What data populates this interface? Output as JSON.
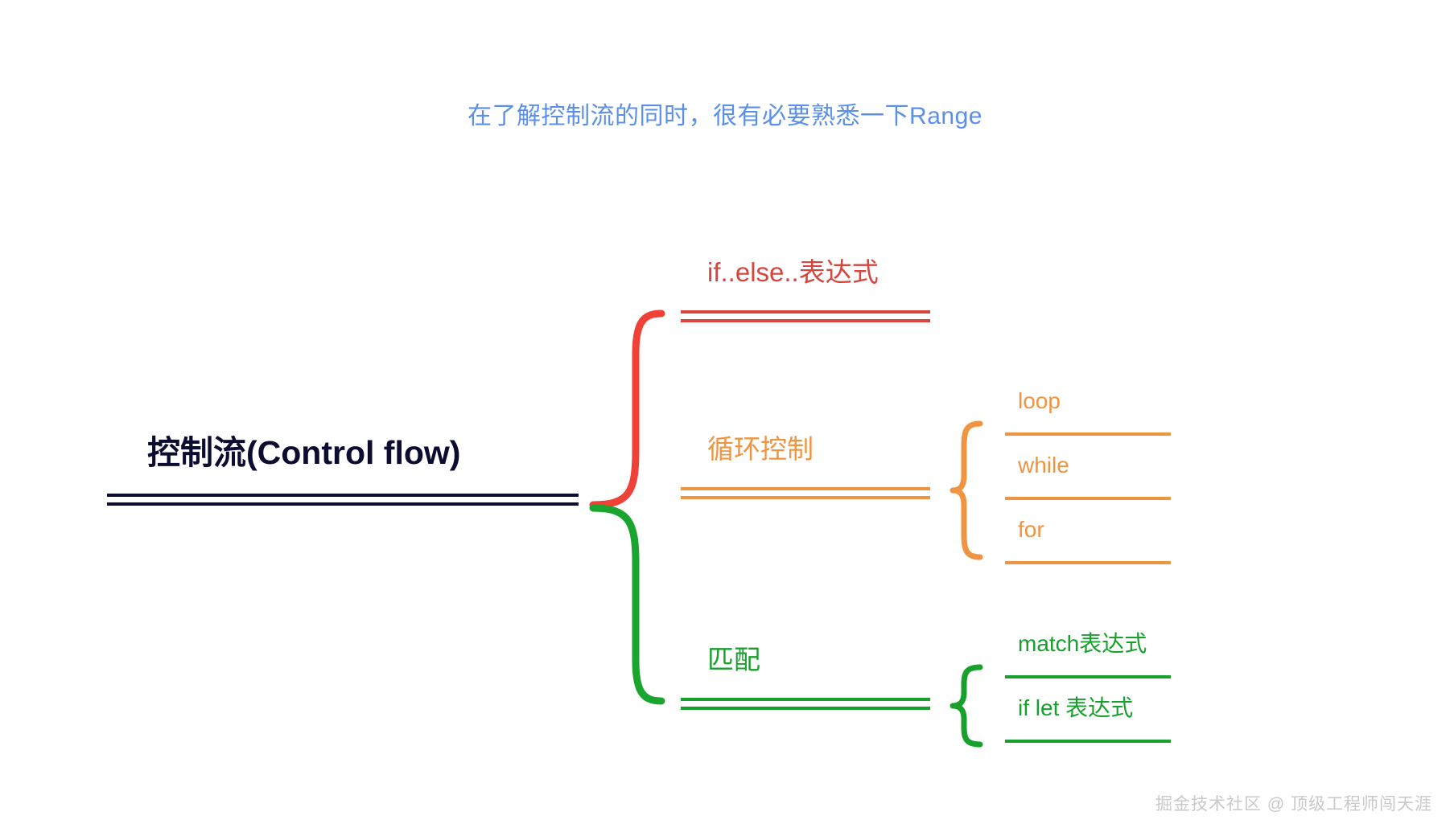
{
  "page": {
    "heading": "在了解控制流的同时，很有必要熟悉一下Range",
    "heading_color": "#5b8fe8",
    "background": "#ffffff",
    "watermark": "掘金技术社区 @ 顶级工程师闯天涯",
    "watermark_color": "#c9c9c9"
  },
  "mindmap": {
    "root": {
      "label": "控制流(Control flow)",
      "color": "#0c0c30",
      "underline_style": "double"
    },
    "branches": [
      {
        "id": "ifelse",
        "label": "if..else..表达式",
        "color": "#d6453e",
        "connector_color": "#ef4136",
        "underline_style": "double",
        "children": []
      },
      {
        "id": "loop",
        "label": "循环控制",
        "color": "#ef9441",
        "connector_color": "#ef9441",
        "underline_style": "double",
        "brace_color": "#ef9441",
        "children": [
          {
            "id": "loop-loop",
            "label": "loop",
            "color": "#ef9441",
            "underline_style": "single"
          },
          {
            "id": "loop-while",
            "label": "while",
            "color": "#ef9441",
            "underline_style": "single"
          },
          {
            "id": "loop-for",
            "label": "for",
            "color": "#ef9441",
            "underline_style": "single"
          }
        ]
      },
      {
        "id": "match",
        "label": "匹配",
        "color": "#18a02d",
        "connector_color": "#19a52e",
        "underline_style": "double",
        "brace_color": "#18a02d",
        "children": [
          {
            "id": "match-expr",
            "label": "match表达式",
            "color": "#18a02d",
            "underline_style": "single"
          },
          {
            "id": "iflet-expr",
            "label": "if let  表达式",
            "color": "#18a02d",
            "underline_style": "single"
          }
        ]
      }
    ]
  }
}
